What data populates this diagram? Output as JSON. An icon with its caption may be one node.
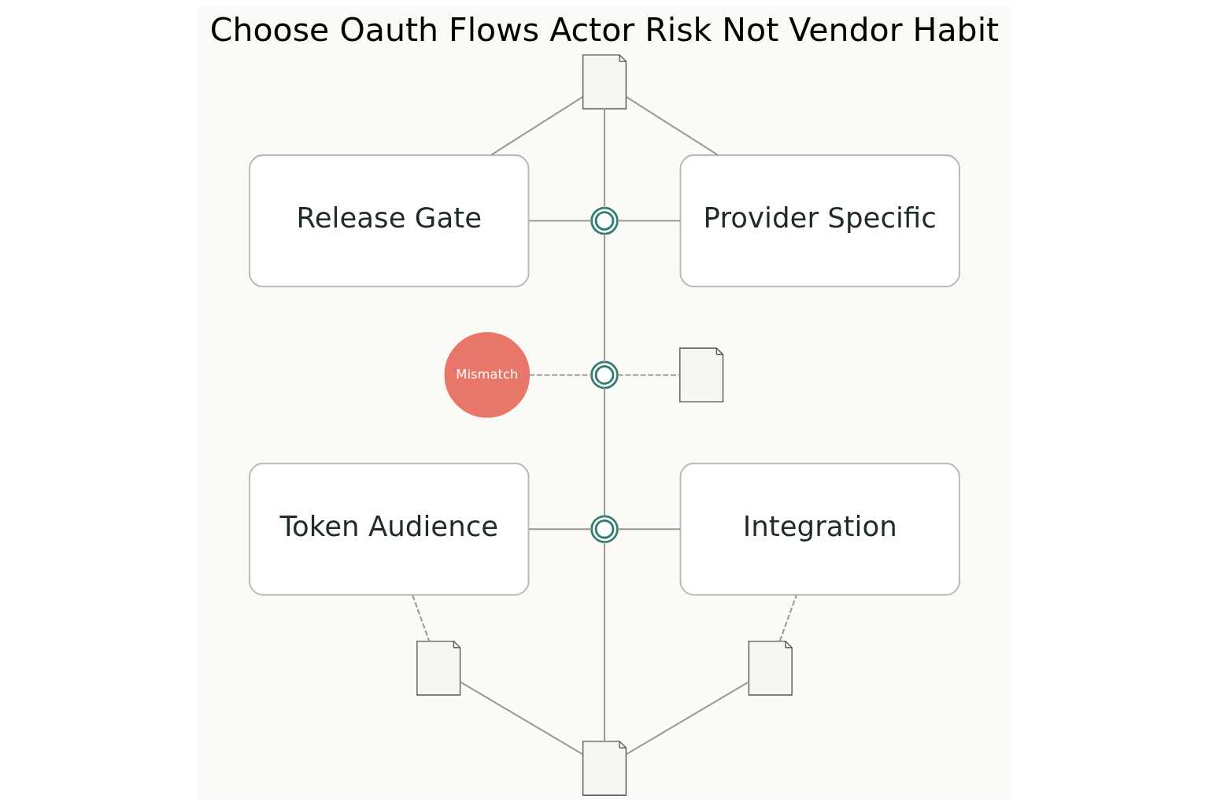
{
  "diagram": {
    "title": "Choose Oauth Flows Actor Risk Not Vendor Habit",
    "nodes": [
      {
        "text": [
          "Release Gate"
        ]
      },
      {
        "text": [
          "Provider Specific"
        ]
      },
      {
        "text": [
          "Token Audience"
        ]
      },
      {
        "text": [
          "Integration"
        ]
      },
      {
        "text": [],
        "shape": "document"
      },
      {
        "text": [],
        "shape": "circle"
      },
      {
        "text": [],
        "shape": "circle"
      },
      {
        "text": [],
        "shape": "circle"
      },
      {
        "text": [
          "Mismatch"
        ]
      },
      {
        "text": [],
        "shape": "document"
      },
      {
        "text": [],
        "shape": "document"
      },
      {
        "text": [],
        "shape": "document"
      },
      {
        "text": [],
        "shape": "document"
      }
    ],
    "edges": [
      {
        "from": 4,
        "to": 0,
        "arrow": "none"
      },
      {
        "from": 4,
        "to": 1,
        "arrow": "none"
      },
      {
        "from": 4,
        "to": 5,
        "arrow": "none"
      },
      {
        "from": 0,
        "to": 5,
        "arrow": "none"
      },
      {
        "from": 5,
        "to": 1,
        "arrow": "none"
      },
      {
        "from": 5,
        "to": 6,
        "arrow": "none"
      },
      {
        "from": 8,
        "to": 6,
        "arrow": "none",
        "style": "dashed"
      },
      {
        "from": 6,
        "to": 9,
        "arrow": "none",
        "style": "dashed"
      },
      {
        "from": 6,
        "to": 7,
        "arrow": "none"
      },
      {
        "from": 2,
        "to": 7,
        "arrow": "none"
      },
      {
        "from": 7,
        "to": 3,
        "arrow": "none"
      },
      {
        "from": 2,
        "to": 10,
        "arrow": "none",
        "style": "dashed"
      },
      {
        "from": 11,
        "to": 3,
        "arrow": "none",
        "style": "dashed"
      },
      {
        "from": 7,
        "to": 12,
        "arrow": "none"
      },
      {
        "from": 10,
        "to": 12,
        "arrow": "none"
      },
      {
        "from": 11,
        "to": 12,
        "arrow": "none"
      }
    ]
  }
}
